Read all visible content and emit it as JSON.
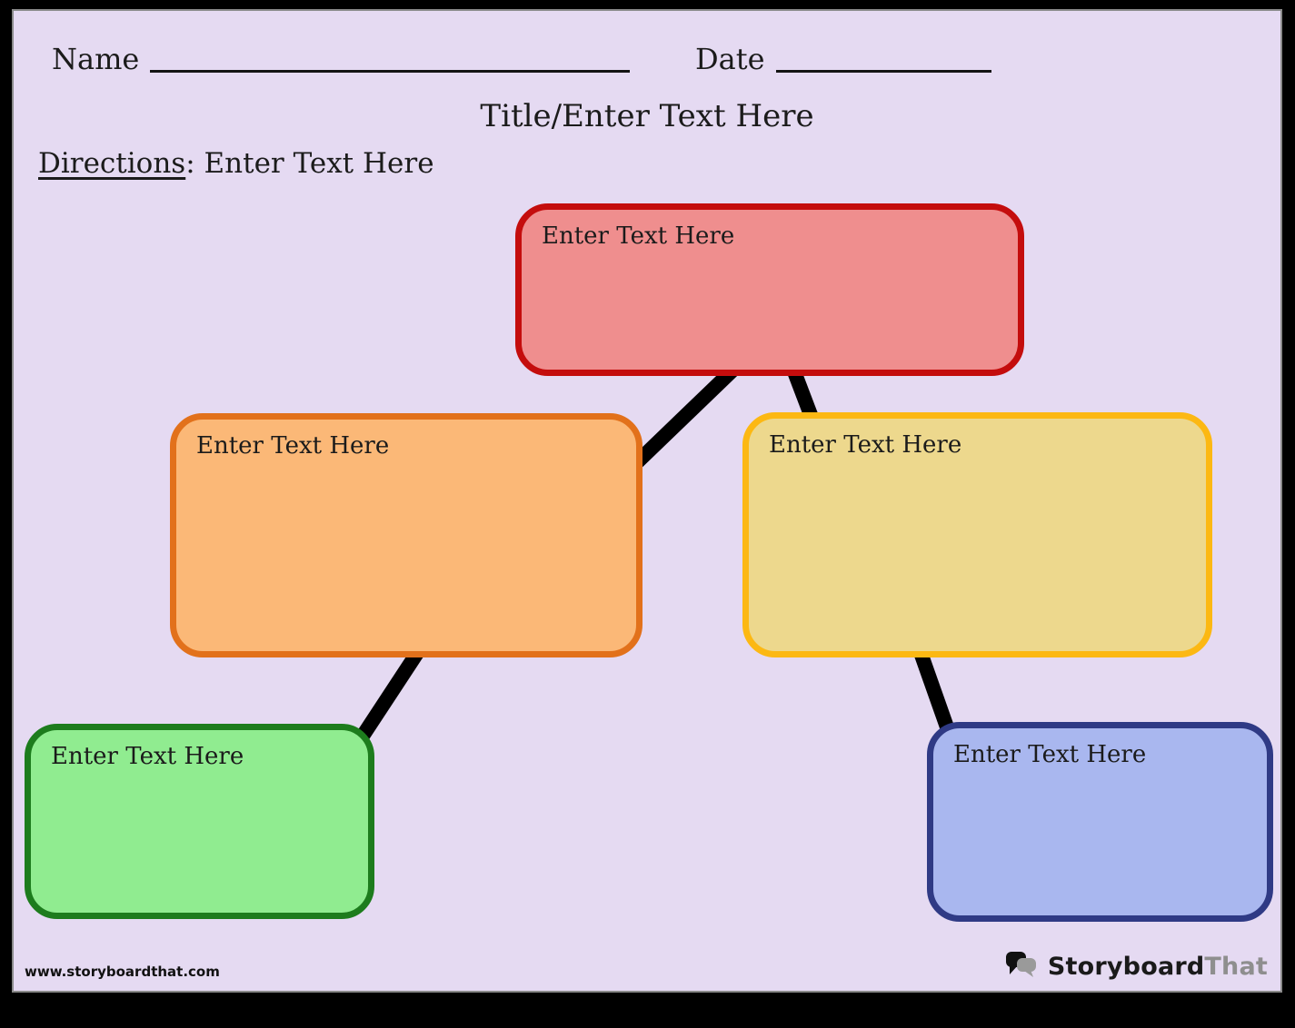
{
  "page": {
    "background": "#E5DAF2",
    "frame": "#000000"
  },
  "header": {
    "name_label": "Name",
    "date_label": "Date",
    "title": "Title/Enter Text Here",
    "directions_label": "Directions",
    "directions_text": ": Enter Text Here"
  },
  "diagram": {
    "connector_color": "#000000",
    "nodes": [
      {
        "id": "top-center",
        "label": "Enter Text Here",
        "fill": "#EF8E8E",
        "border": "#C40D0D"
      },
      {
        "id": "mid-left",
        "label": "Enter Text Here",
        "fill": "#FBB877",
        "border": "#E2711B"
      },
      {
        "id": "mid-right",
        "label": "Enter Text Here",
        "fill": "#EDD88D",
        "border": "#FCB813"
      },
      {
        "id": "bottom-left",
        "label": "Enter Text Here",
        "fill": "#90EC90",
        "border": "#1D7C1D"
      },
      {
        "id": "bottom-right",
        "label": "Enter Text Here",
        "fill": "#A9B7EF",
        "border": "#2F3A85"
      }
    ]
  },
  "footer": {
    "website": "www.storyboardthat.com",
    "logo": {
      "primary": "Storyboard",
      "secondary": "That",
      "primary_color": "#1a1a1a",
      "secondary_color": "#8e8e8e"
    }
  }
}
